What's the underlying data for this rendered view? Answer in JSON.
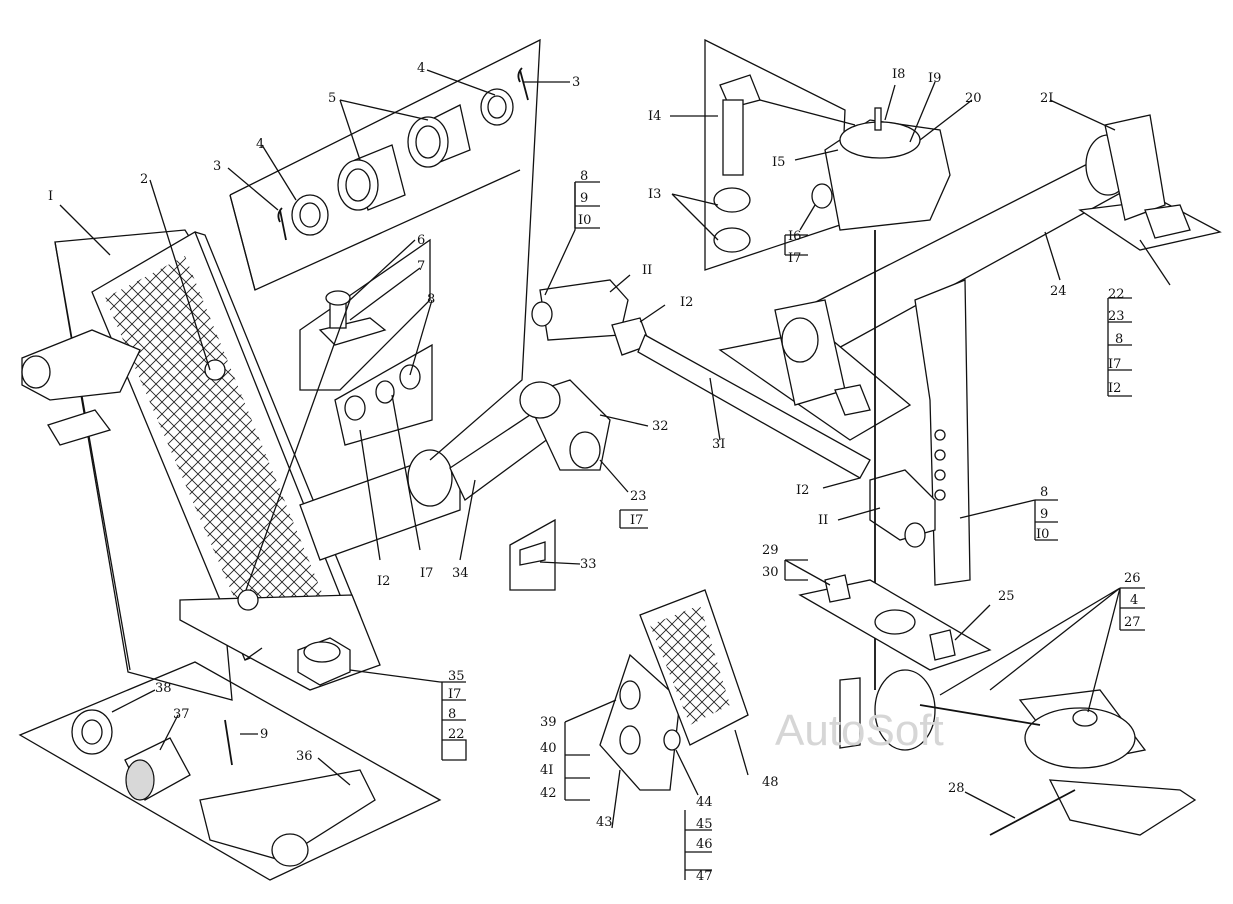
{
  "watermark": "AutoSoft",
  "labels": {
    "l_1": "I",
    "l_2": "2",
    "l_3a": "3",
    "l_3b": "3",
    "l_4a": "4",
    "l_4b": "4",
    "l_5": "5",
    "l_6": "6",
    "l_7": "7",
    "l_8a": "8",
    "l_12a": "I2",
    "l_17a": "I7",
    "l_34": "34",
    "l_35": "35",
    "l_35_17": "I7",
    "l_35_8": "8",
    "l_35_22": "22",
    "l_38": "38",
    "l_37": "37",
    "l_9a": "9",
    "l_36": "36",
    "l_8b": "8",
    "l_9b": "9",
    "l_10a": "I0",
    "l_11a": "II",
    "l_12b": "I2",
    "l_32": "32",
    "l_33": "33",
    "l_23a": "23",
    "l_17b": "I7",
    "l_31": "3I",
    "l_14": "I4",
    "l_13": "I3",
    "l_15": "I5",
    "l_16": "I6",
    "l_17c": "I7",
    "l_18": "I8",
    "l_19": "I9",
    "l_20": "20",
    "l_21": "2I",
    "l_24": "24",
    "l_22": "22",
    "l_23b": "23",
    "l_8c": "8",
    "l_17d": "I7",
    "l_12c": "I2",
    "l_12d": "I2",
    "l_11b": "II",
    "l_8d": "8",
    "l_9c": "9",
    "l_10b": "I0",
    "l_29": "29",
    "l_30": "30",
    "l_25": "25",
    "l_26": "26",
    "l_4c": "4",
    "l_27": "27",
    "l_28": "28",
    "l_39": "39",
    "l_40": "40",
    "l_41": "4I",
    "l_42": "42",
    "l_43": "43",
    "l_44": "44",
    "l_45": "45",
    "l_46": "46",
    "l_47": "47",
    "l_48": "48"
  }
}
